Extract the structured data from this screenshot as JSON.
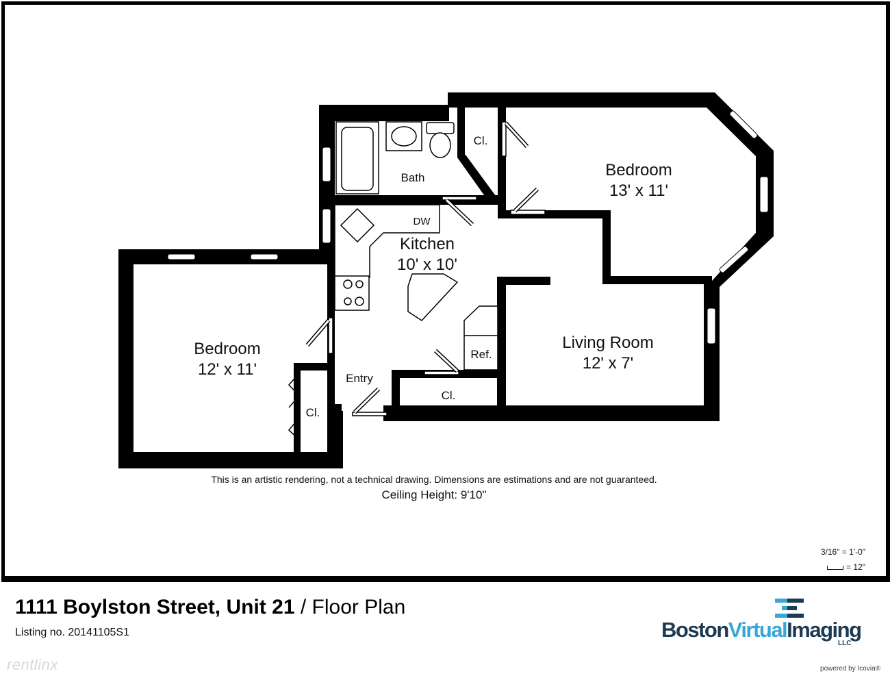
{
  "plan": {
    "rooms": [
      {
        "id": "bedroom-1",
        "name": "Bedroom",
        "dimensions": "13' x 11'"
      },
      {
        "id": "bedroom-2",
        "name": "Bedroom",
        "dimensions": "12' x 11'"
      },
      {
        "id": "kitchen",
        "name": "Kitchen",
        "dimensions": "10' x 10'"
      },
      {
        "id": "living-room",
        "name": "Living Room",
        "dimensions": "12' x 7'"
      },
      {
        "id": "bath",
        "name": "Bath"
      }
    ],
    "labels": {
      "closet_top": "Cl.",
      "closet_bedroom": "Cl.",
      "closet_entry": "Cl.",
      "dishwasher": "DW",
      "refrigerator": "Ref.",
      "entry": "Entry"
    },
    "disclaimer": "This is an artistic rendering, not a technical drawing.  Dimensions are estimations and are not guaranteed.",
    "ceiling_height": "Ceiling Height: 9'10\"",
    "scale_ratio": "3/16\" = 1'-0\"",
    "scale_bar": "= 12\""
  },
  "footer": {
    "address": "1111 Boylston Street, Unit 21",
    "separator": " / ",
    "doc_type": "Floor Plan",
    "listing": "Listing no. 20141105S1",
    "watermark": "rentlinx",
    "logo": {
      "part1": "Boston",
      "part2": "Virtual",
      "part3": "Imaging",
      "suffix": "LLC"
    },
    "powered_by": "powered by Icovia®"
  },
  "colors": {
    "wall": "#000000",
    "logo_dark": "#1d3a54",
    "logo_light": "#3aa6d8"
  }
}
